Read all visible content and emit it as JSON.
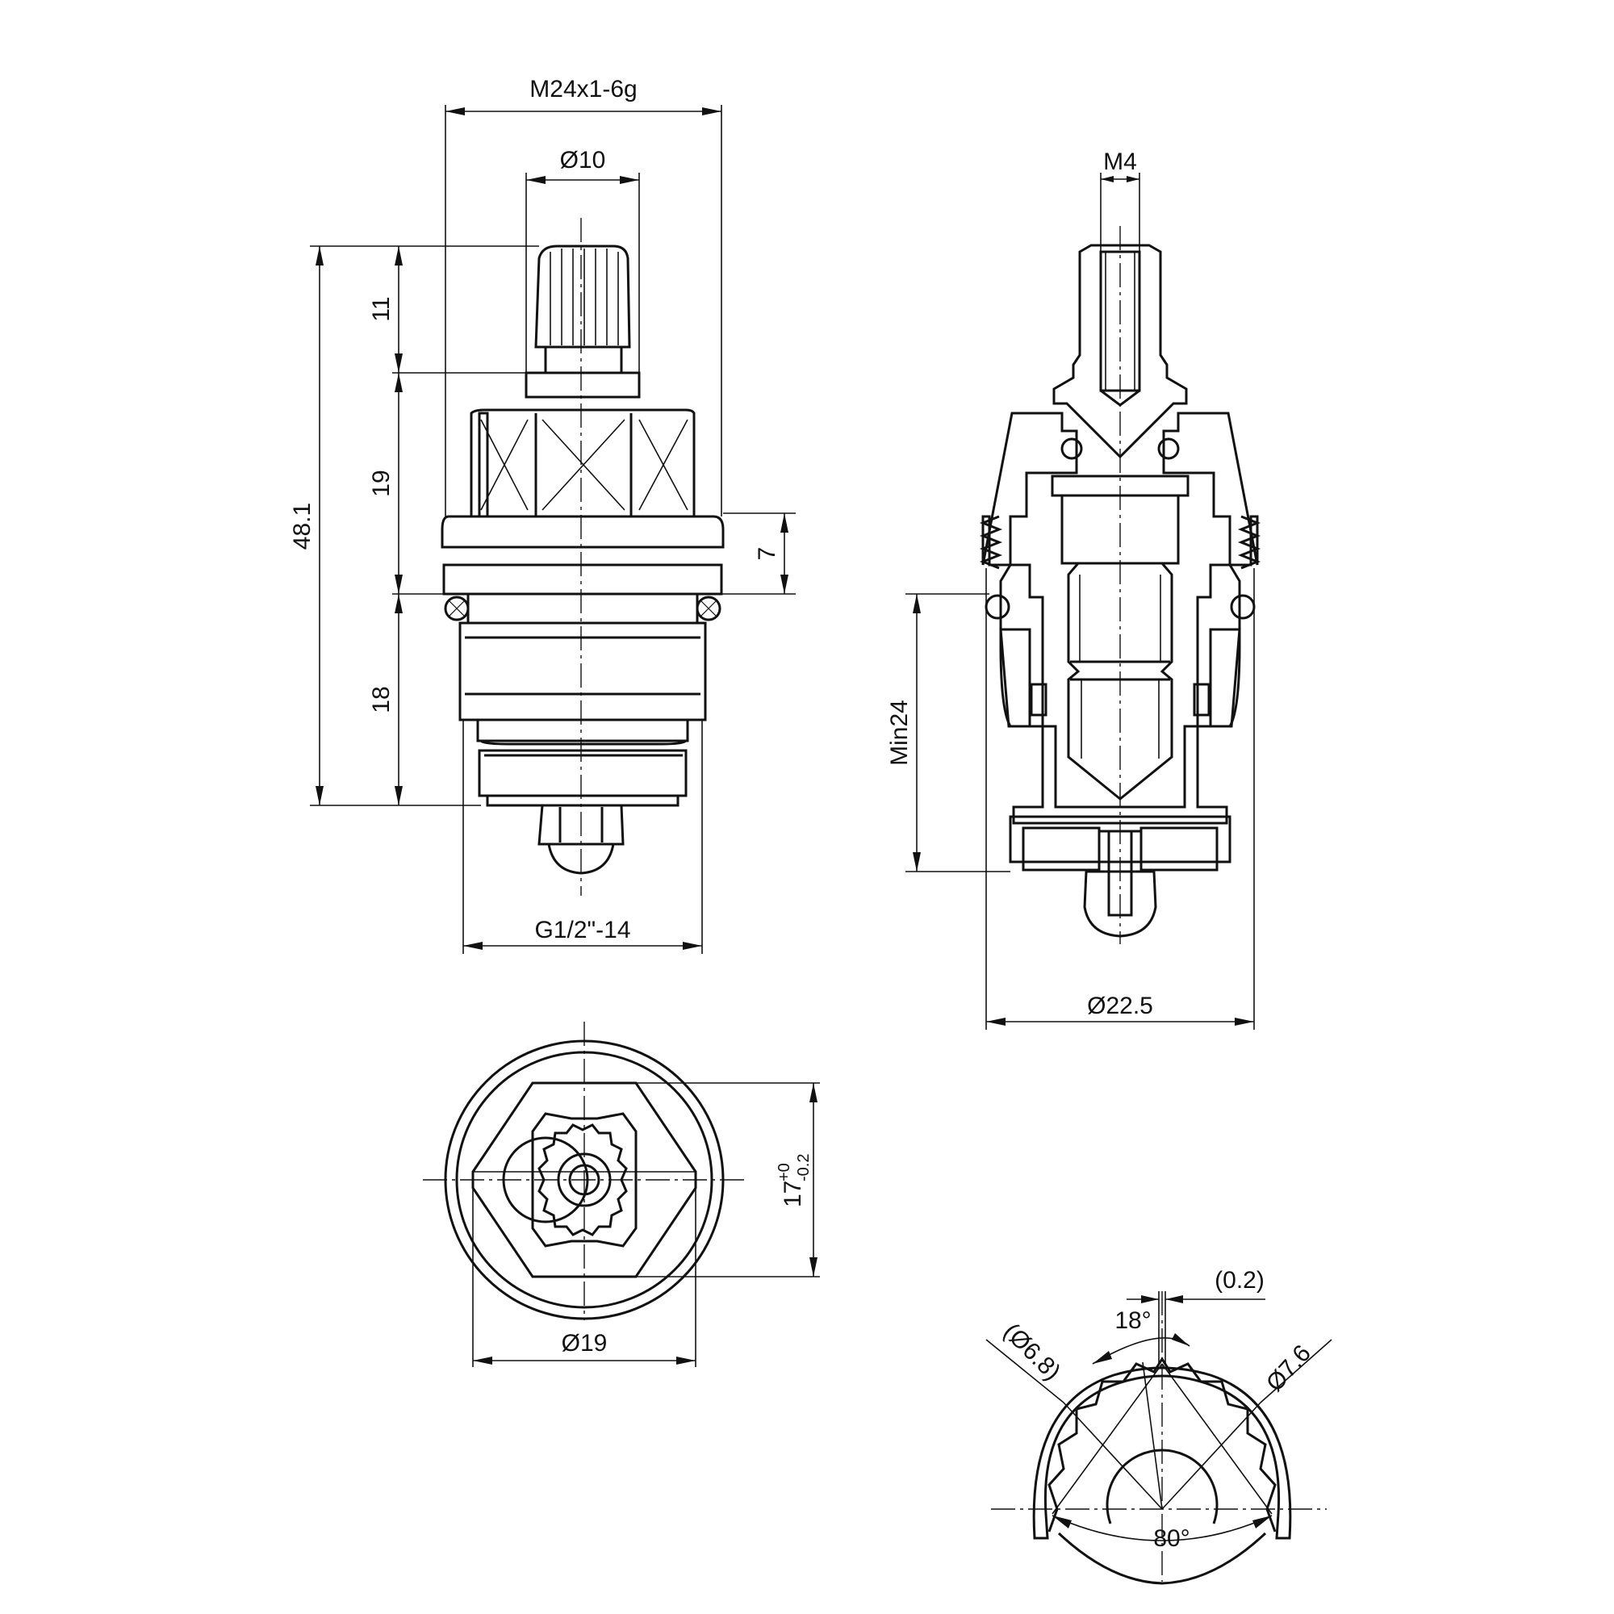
{
  "labels": {
    "thread_top": "M24x1-6g",
    "dia_spline": "Ø10",
    "len_total": "48.1",
    "len_spline": "11",
    "len_hex": "19",
    "len_flange": "7",
    "len_body": "18",
    "thread_bottom": "G1/2\"-14",
    "thread_m4": "M4",
    "min24": "Min24",
    "dia_22_5": "Ø22.5",
    "hex_main": "17",
    "hex_sup": "+0",
    "hex_sub": "-0.2",
    "dia_19": "Ø19",
    "clearance": "(0.2)",
    "angle_18": "18°",
    "dia_6_8": "(Ø6.8)",
    "dia_7_6": "Ø7.6",
    "angle_80": "80°"
  },
  "colors": {
    "ink": "#111111",
    "paper": "#ffffff"
  }
}
